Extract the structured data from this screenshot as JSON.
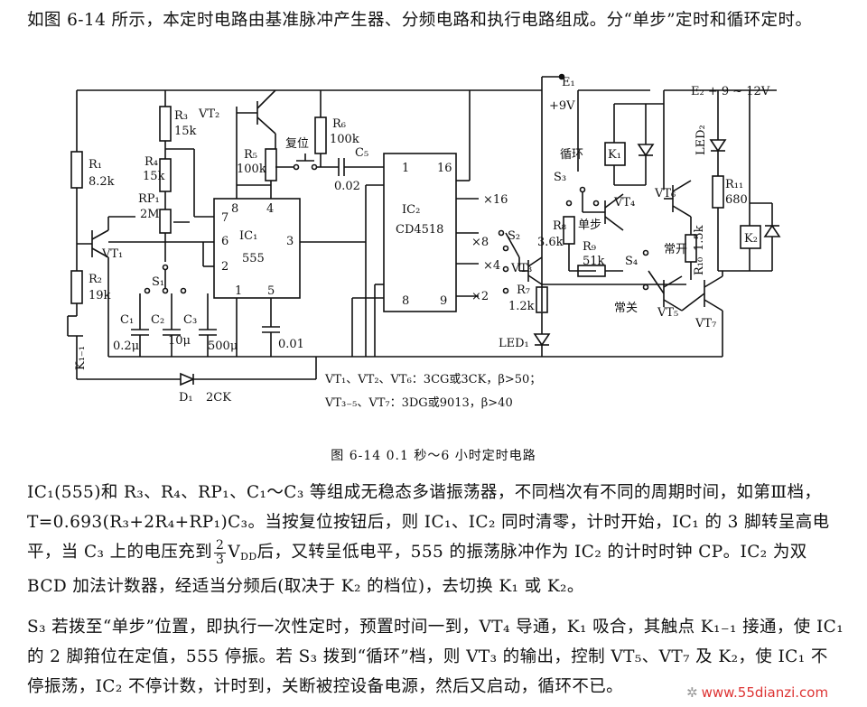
{
  "intro": {
    "text": "如图 6-14 所示，本定时电路由基准脉冲产生器、分频电路和执行电路组成。分“单步”定时和循环定时。"
  },
  "circuit": {
    "labels": {
      "E1": "E₁",
      "E1_v": "+9V",
      "E2": "E₂ + 9 ~ 12V",
      "R1": "R₁",
      "R1_v": "8.2k",
      "R2": "R₂",
      "R2_v": "19k",
      "R3": "R₃",
      "R3_v": "15k",
      "R4": "R₄",
      "R4_v": "15k",
      "RP1": "RP₁",
      "RP1_v": "2M",
      "R5": "R₅",
      "R5_v": "100k",
      "R6": "R₆",
      "R6_v": "100k",
      "R7": "R₇",
      "R7_v": "1.2k",
      "R8": "R₈",
      "R8_v": "3.6k",
      "R9": "R₉",
      "R9_v": "51k",
      "R10": "R₁₀",
      "R10_v": "1.5k",
      "R11": "R₁₁",
      "R11_v": "680",
      "VT1": "VT₁",
      "VT2": "VT₂",
      "VT3": "VT₃",
      "VT4": "VT₄",
      "VT5": "VT₅",
      "VT6": "VT₆",
      "VT7": "VT₇",
      "IC1": "IC₁",
      "IC1_type": "555",
      "IC2": "IC₂",
      "IC2_type": "CD4518",
      "C1": "C₁",
      "C1_v": "0.2μ",
      "C2": "C₂",
      "C2_v": "10μ",
      "C3": "C₃",
      "C3_v": "500μ",
      "C4_v": "0.01",
      "C5": "C₅",
      "C5_v": "0.02",
      "S1": "S₁",
      "S2": "S₂",
      "S3": "S₃",
      "S4": "S₄",
      "K1": "K₁",
      "K2": "K₂",
      "K1_1": "K₁₋₁",
      "D1": "D₁",
      "D1_v": "2CK",
      "LED1": "LED₁",
      "LED2": "LED₂",
      "reset": "复位",
      "cycle": "循环",
      "single": "单步",
      "normally_open": "常开",
      "normally_closed": "常关",
      "x16": "×16",
      "x8": "×8",
      "x4": "×4",
      "x2": "×2",
      "pin1": "1",
      "pin2": "2",
      "pin3": "3",
      "pin4": "4",
      "pin5": "5",
      "pin6": "6",
      "pin7": "7",
      "pin8": "8",
      "ic2_pin1": "1",
      "ic2_pin16": "16",
      "ic2_pin8": "8",
      "ic2_pin9": "9",
      "note1": "VT₁、VT₂、VT₆：3CG或3CK，β>50；",
      "note2": "VT₃₋₅、VT₇：3DG或9013，β>40"
    }
  },
  "caption": "图 6-14   0.1 秒～6 小时定时电路",
  "para2": {
    "a": "IC₁(555)和 R₃、R₄、RP₁、C₁～C₃ 等组成无稳态多谐振荡器，不同档次有不同的周期时间，如第Ⅲ档，T=0.693(R₃+2R₄+RP₁)C₃。当按复位按钮后，则 IC₁、IC₂ 同时清零，计时开始，IC₁ 的 3 脚转呈高电平，当 C₃ 上的电压充到",
    "frac_num": "2",
    "frac_den": "3",
    "vdd": "V",
    "vdd_sub": "DD",
    "b": "后，又转呈低电平，555 的振荡脉冲作为 IC₂ 的计时时钟 CP。IC₂ 为双 BCD 加法计数器，经适当分频后(取决于 K₂ 的档位)，去切换 K₁ 或 K₂。"
  },
  "para3": {
    "text": "S₃ 若拨至“单步”位置，即执行一次性定时，预置时间一到，VT₄ 导通，K₁ 吸合，其触点 K₁₋₁ 接通，使 IC₁ 的 2 脚箝位在定值，555 停振。若 S₃ 拨到“循环”档，则 VT₃ 的输出，控制 VT₅、VT₇ 及 K₂，使 IC₁ 不停振荡，IC₂ 不停计数，计时到，关断被控设备电源，然后又启动，循环不已。"
  },
  "watermark": "www.55dianzi.com"
}
